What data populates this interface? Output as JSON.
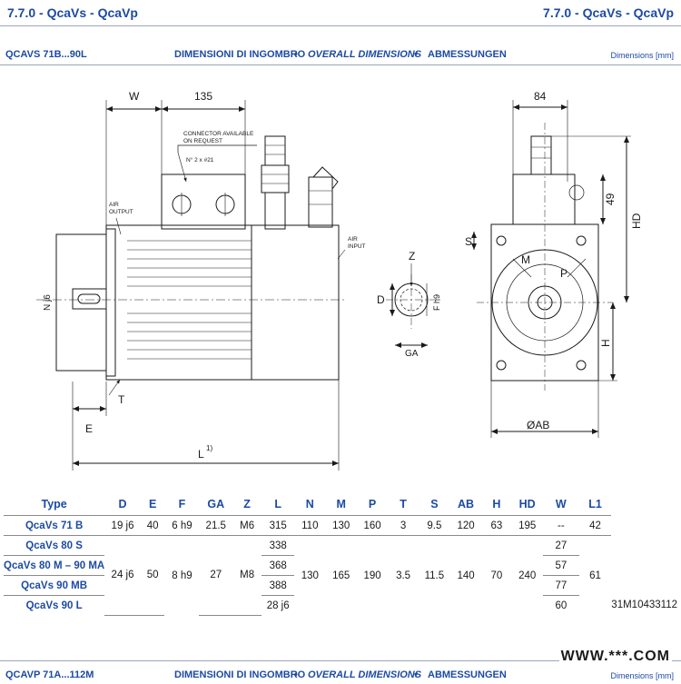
{
  "header": {
    "section_left": "7.7.0 - QcaVs - QcaVp",
    "section_right": "7.7.0 - QcaVs - QcaVp"
  },
  "subheader": {
    "model": "QCAVS 71B...90L",
    "title_it": "DIMENSIONI DI INGOMBRO",
    "title_en": "OVERALL DIMENSIONS",
    "title_de": "ABMESSUNGEN",
    "sep": "•",
    "units": "Dimensions [mm]"
  },
  "drawing": {
    "labels": {
      "w": "W",
      "d135": "135",
      "d84": "84",
      "d49": "49",
      "connector1": "CONNECTOR AVAILABLE",
      "connector2": "ON REQUEST",
      "connector3": "N° 2 x #21",
      "air_output1": "AIR",
      "air_output2": "OUTPUT",
      "air_input1": "AIR",
      "air_input2": "INPUT",
      "n": "N j6",
      "t": "T",
      "e": "E",
      "l": "L",
      "l_sup": "1)",
      "z": "Z",
      "d": "D",
      "ga": "GA",
      "f": "F h9",
      "s": "S",
      "m": "M",
      "p": "P",
      "hd": "HD",
      "h": "H",
      "ab": "ØAB"
    }
  },
  "table": {
    "headers": [
      "Type",
      "D",
      "E",
      "F",
      "GA",
      "Z",
      "L",
      "N",
      "M",
      "P",
      "T",
      "S",
      "AB",
      "H",
      "HD",
      "W",
      "L1"
    ],
    "row_71b": {
      "type": "QcaVs 71 B",
      "D": "19 j6",
      "E": "40",
      "F": "6 h9",
      "GA": "21.5",
      "Z": "M6",
      "L": "315",
      "N": "110",
      "M": "130",
      "P": "160",
      "T": "3",
      "S": "9.5",
      "AB": "120",
      "H": "63",
      "HD": "195",
      "W": "--",
      "L1": "42"
    },
    "group_80_90": {
      "types": [
        "QcaVs 80 S",
        "QcaVs 80 M – 90 MA",
        "QcaVs 90 MB",
        "QcaVs 90 L"
      ],
      "L": [
        "338",
        "368",
        "388",
        "433"
      ],
      "W": [
        "27",
        "57",
        "77",
        "112"
      ],
      "D_main": "24 j6",
      "E_main": "50",
      "D_90l": "28 j6",
      "E_90l": "60",
      "GA_main": "27",
      "Z_main": "M8",
      "GA_90l": "31",
      "Z_90l": "M10",
      "F": "8 h9",
      "N": "130",
      "M": "165",
      "P": "190",
      "T": "3.5",
      "S": "11.5",
      "AB": "140",
      "H": "70",
      "HD": "240",
      "L1": "61"
    }
  },
  "footer": {
    "model": "QCAVP 71A...112M",
    "title_it": "DIMENSIONI DI INGOMBRO",
    "title_en": "OVERALL DIMENSIONS",
    "title_de": "ABMESSUNGEN",
    "sep": "•",
    "units": "Dimensions [mm]"
  },
  "watermark": "WWW.***.COM"
}
